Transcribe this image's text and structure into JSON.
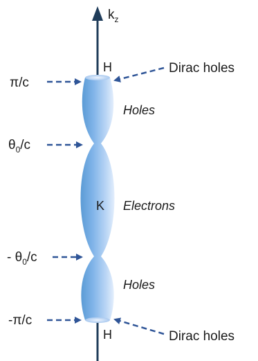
{
  "axis": {
    "label": "k",
    "subscript": "z"
  },
  "points": {
    "top": "H",
    "center": "K",
    "bottom": "H"
  },
  "regions": {
    "upper": "Holes",
    "middle": "Electrons",
    "lower": "Holes"
  },
  "left_labels": {
    "pi_over_c": "π/c",
    "theta0_over_c": {
      "pre": "θ",
      "sub": "0",
      "post": "/c"
    },
    "neg_theta0_over_c": {
      "pre": "- θ",
      "sub": "0",
      "post": "/c"
    },
    "neg_pi_over_c": "-π/c"
  },
  "annotations": {
    "top_right": "Dirac holes",
    "bottom_right": "Dirac holes"
  },
  "colors": {
    "axis": "#1f3c5a",
    "arrow": "#2f5597",
    "pocket_light": "#dbe9fb",
    "pocket_dark": "#5b9bd5"
  }
}
